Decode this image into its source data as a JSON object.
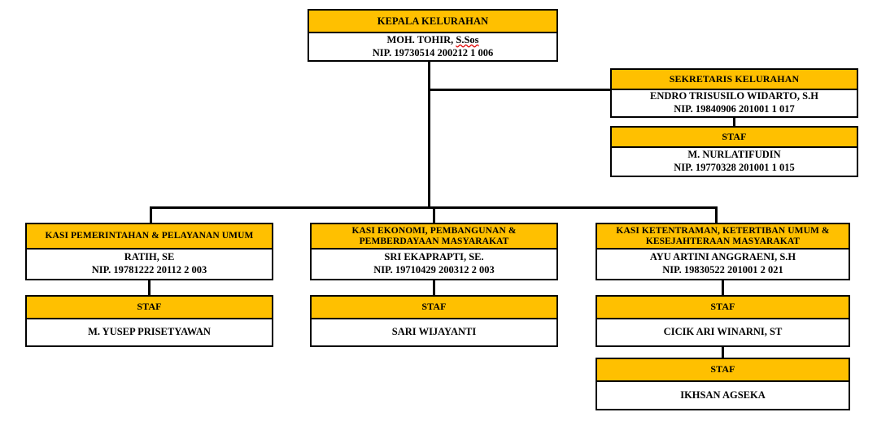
{
  "chart_meta": {
    "type": "org-chart",
    "accent_color": "#FFC000",
    "line_color": "#000000",
    "background": "#FFFFFF"
  },
  "nodes": {
    "kepala": {
      "title": "KEPALA KELURAHAN",
      "name_prefix": "MOH. TOHIR, ",
      "name_suffix": "S.Sos",
      "nip": "NIP. 19730514 200212 1 006"
    },
    "sekretaris": {
      "title": "SEKRETARIS KELURAHAN",
      "name": "ENDRO TRISUSILO WIDARTO, S.H",
      "nip": "NIP. 19840906 201001 1 017"
    },
    "sekretaris_staf": {
      "title": "STAF",
      "name": "M. NURLATIFUDIN",
      "nip": "NIP. 19770328 201001 1 015"
    },
    "kasi1": {
      "title": "KASI PEMERINTAHAN & PELAYANAN UMUM",
      "name": "RATIH, SE",
      "nip": "NIP. 19781222 20112 2 003"
    },
    "kasi1_staf": {
      "title": "STAF",
      "name": "M. YUSEP PRISETYAWAN",
      "nip": ""
    },
    "kasi2": {
      "title_line1": "KASI EKONOMI, PEMBANGUNAN &",
      "title_line2": "PEMBERDAYAAN MASYARAKAT",
      "name": "SRI EKAPRAPTI, SE.",
      "nip": "NIP. 19710429 200312 2 003"
    },
    "kasi2_staf": {
      "title": "STAF",
      "name": "SARI WIJAYANTI",
      "nip": ""
    },
    "kasi3": {
      "title_line1": "KASI KETENTRAMAN, KETERTIBAN UMUM &",
      "title_line2": "KESEJAHTERAAN MASYARAKAT",
      "name": "AYU ARTINI ANGGRAENI, S.H",
      "nip": "NIP. 19830522 201001 2 021"
    },
    "kasi3_staf1": {
      "title": "STAF",
      "name": "CICIK ARI WINARNI, ST",
      "nip": ""
    },
    "kasi3_staf2": {
      "title": "STAF",
      "name": "IKHSAN AGSEKA",
      "nip": ""
    }
  }
}
